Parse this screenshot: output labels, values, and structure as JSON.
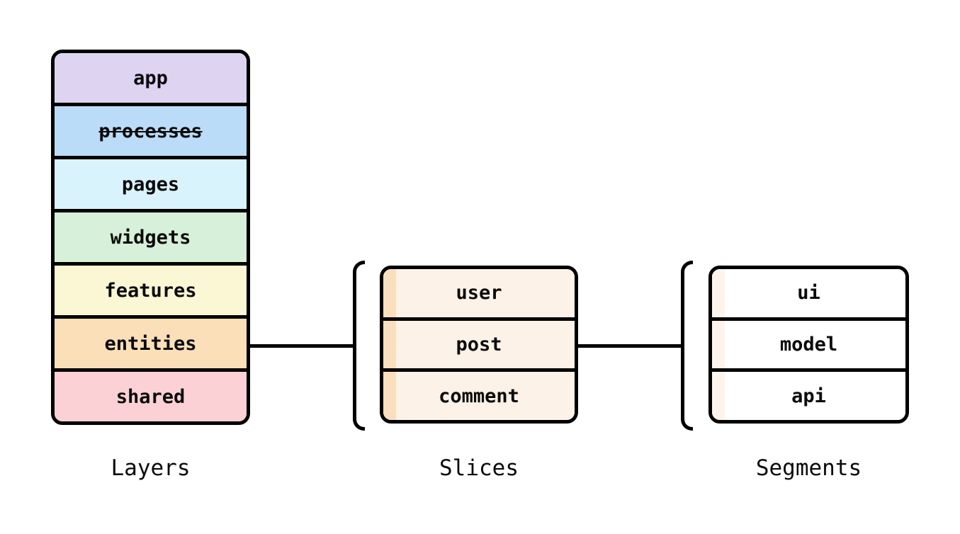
{
  "diagram": {
    "background_color": "#ffffff",
    "line_color": "#000000",
    "text_color": "#0b0b0b"
  },
  "layers": {
    "caption": "Layers",
    "rows": [
      {
        "label": "app",
        "fill": "#ded4f2",
        "deprecated": false
      },
      {
        "label": "processes",
        "fill": "#bbdcf8",
        "deprecated": true
      },
      {
        "label": "pages",
        "fill": "#d9f3fc",
        "deprecated": false
      },
      {
        "label": "widgets",
        "fill": "#d6f0d9",
        "deprecated": false
      },
      {
        "label": "features",
        "fill": "#fbf6d3",
        "deprecated": false
      },
      {
        "label": "entities",
        "fill": "#fadfb9",
        "deprecated": false
      },
      {
        "label": "shared",
        "fill": "#fcd1d5",
        "deprecated": false
      }
    ]
  },
  "slices": {
    "caption": "Slices",
    "rows": [
      {
        "label": "user",
        "fill": "#fdf2e7",
        "strip": "#f9dfbe"
      },
      {
        "label": "post",
        "fill": "#fdf2e7",
        "strip": "#f9dfbe"
      },
      {
        "label": "comment",
        "fill": "#fdf2e7",
        "strip": "#f9dfbe"
      }
    ]
  },
  "segments": {
    "caption": "Segments",
    "rows": [
      {
        "label": "ui",
        "fill": "#ffffff",
        "strip": "#fef4eb"
      },
      {
        "label": "model",
        "fill": "#ffffff",
        "strip": "#fef4eb"
      },
      {
        "label": "api",
        "fill": "#ffffff",
        "strip": "#fef4eb"
      }
    ]
  }
}
